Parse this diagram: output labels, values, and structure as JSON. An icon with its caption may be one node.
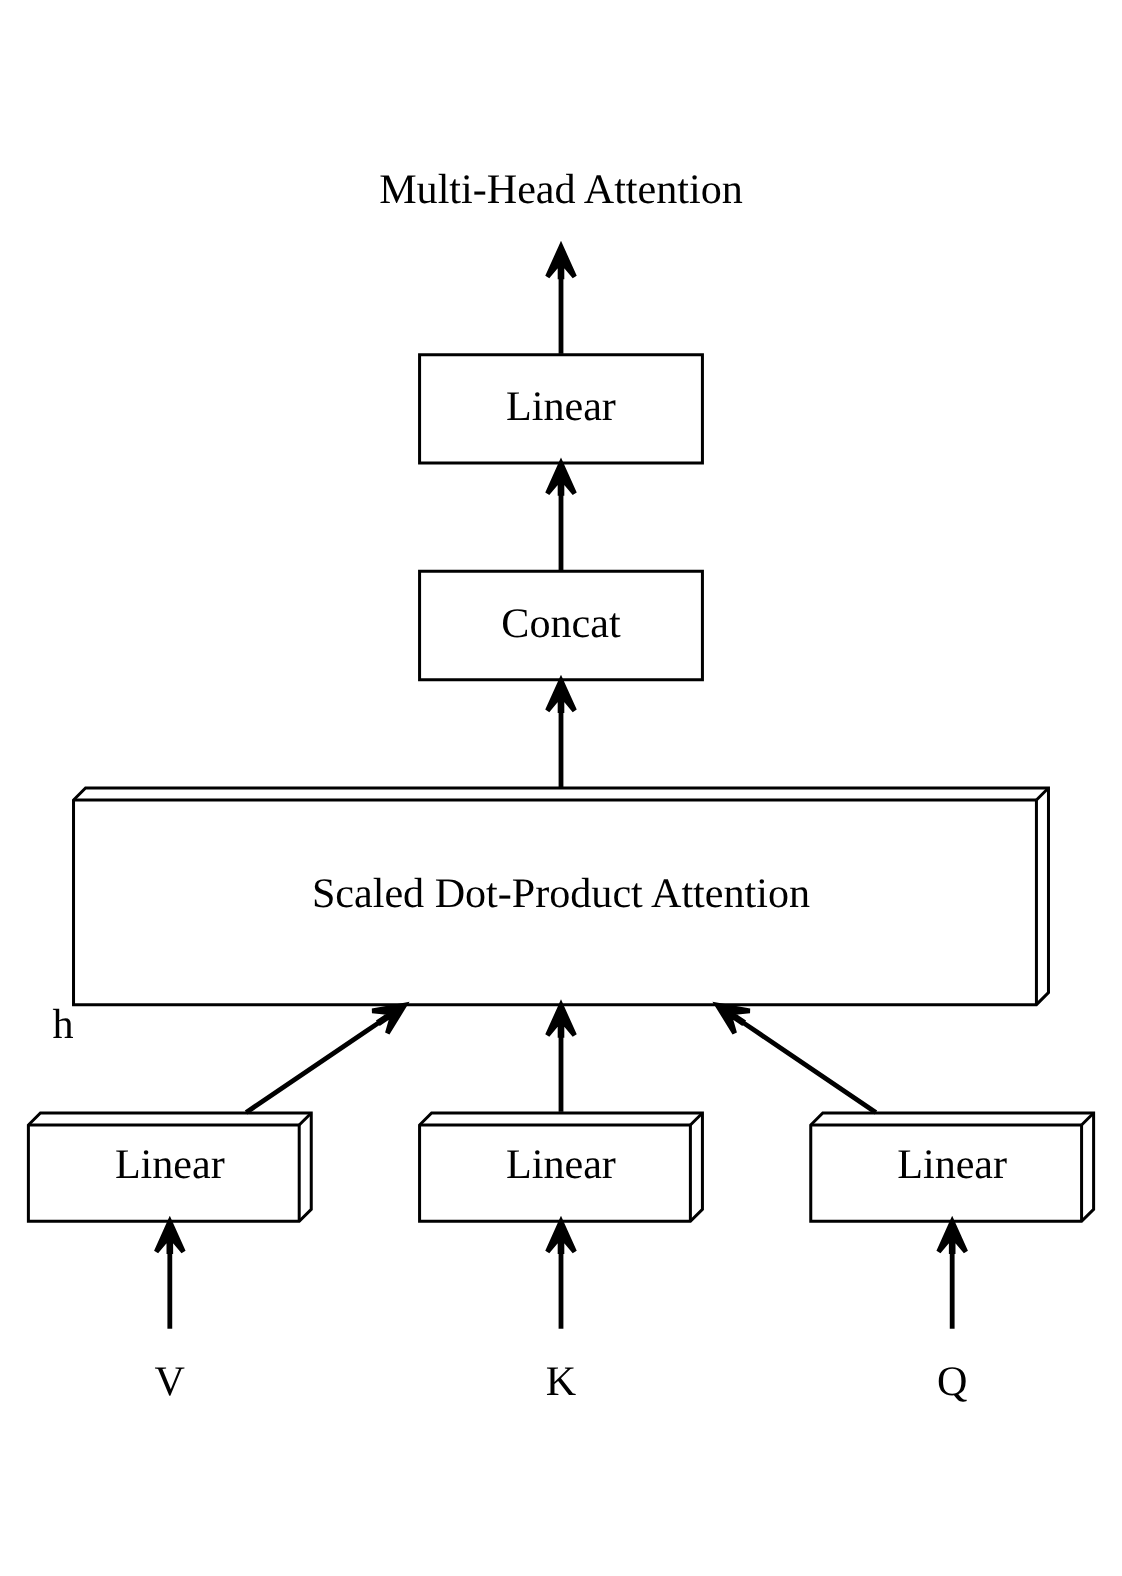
{
  "diagram": {
    "nodes": [
      {
        "text": [
          "Multi-Head Attention"
        ]
      },
      {
        "text": [
          "Linear"
        ]
      },
      {
        "text": [
          "Concat"
        ]
      },
      {
        "text": [
          "Scaled Dot-Product Attention"
        ],
        "beside": [
          "h"
        ]
      },
      {
        "text": [
          "Linear"
        ]
      },
      {
        "text": [
          "Linear"
        ]
      },
      {
        "text": [
          "Linear"
        ]
      },
      {
        "text": [
          "V"
        ]
      },
      {
        "text": [
          "K"
        ]
      },
      {
        "text": [
          "Q"
        ]
      }
    ],
    "edges": [
      {
        "from": 1,
        "to": 0,
        "arrow": "to"
      },
      {
        "from": 2,
        "to": 1,
        "arrow": "to"
      },
      {
        "from": 3,
        "to": 2,
        "arrow": "to"
      },
      {
        "from": 4,
        "to": 3,
        "arrow": "to"
      },
      {
        "from": 5,
        "to": 3,
        "arrow": "to"
      },
      {
        "from": 6,
        "to": 3,
        "arrow": "to"
      },
      {
        "from": 7,
        "to": 4,
        "arrow": "to"
      },
      {
        "from": 8,
        "to": 5,
        "arrow": "to"
      },
      {
        "from": 9,
        "to": 6,
        "arrow": "to"
      }
    ]
  }
}
